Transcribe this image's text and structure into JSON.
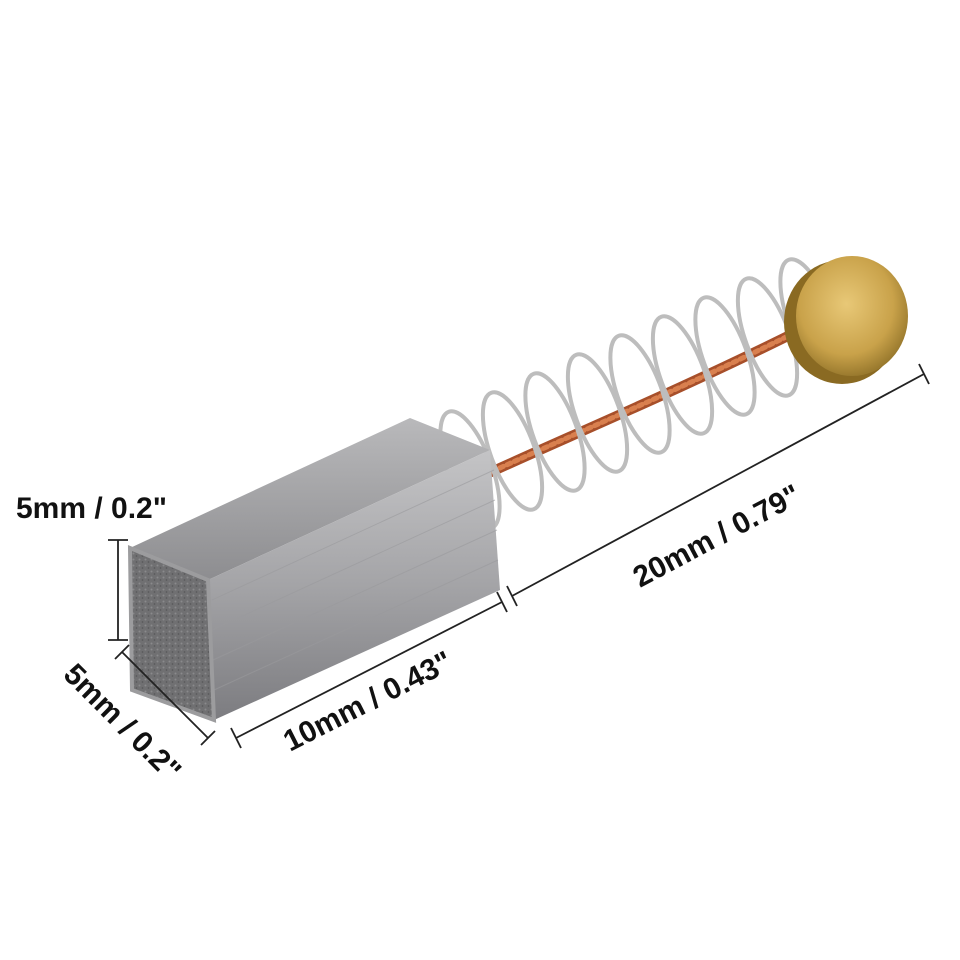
{
  "dimensions": {
    "height_label": "5mm / 0.2\"",
    "width_label": "5mm / 0.2\"",
    "brush_length_label": "10mm / 0.43\"",
    "total_length_label": "20mm / 0.79\""
  },
  "colors": {
    "background": "#ffffff",
    "carbon_face": "#6f6f6f",
    "carbon_side": "#a8a8aa",
    "spring": "#c9c9c9",
    "copper_wire": "#c8643a",
    "brass_cap": "#c9a24a",
    "dimension_line": "#222222"
  }
}
